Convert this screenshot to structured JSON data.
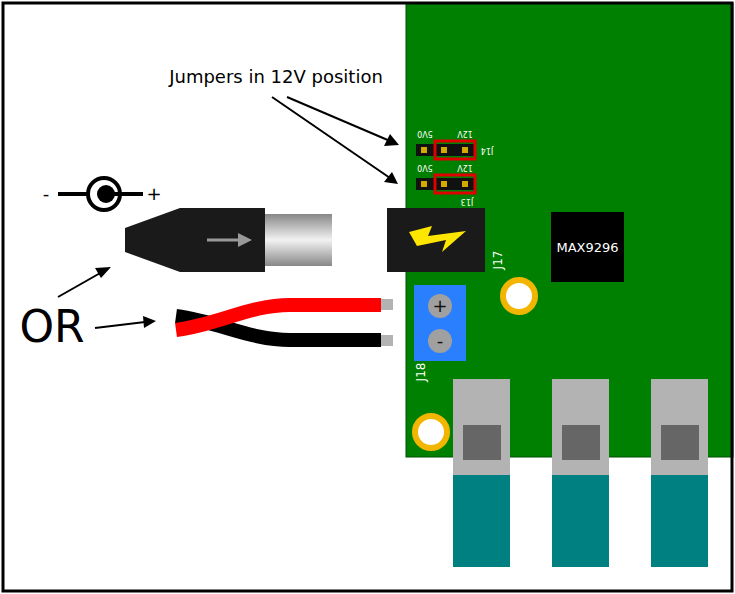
{
  "diagram": {
    "nodes": [
      {
        "text": [
          "MAX9296"
        ]
      }
    ],
    "labels": [
      "Jumpers in 12V position",
      "5V0",
      "12V",
      "J14",
      "5V0",
      "12V",
      "J13",
      "-",
      "+",
      "OR",
      "J17",
      "+",
      "-",
      "J18"
    ]
  }
}
